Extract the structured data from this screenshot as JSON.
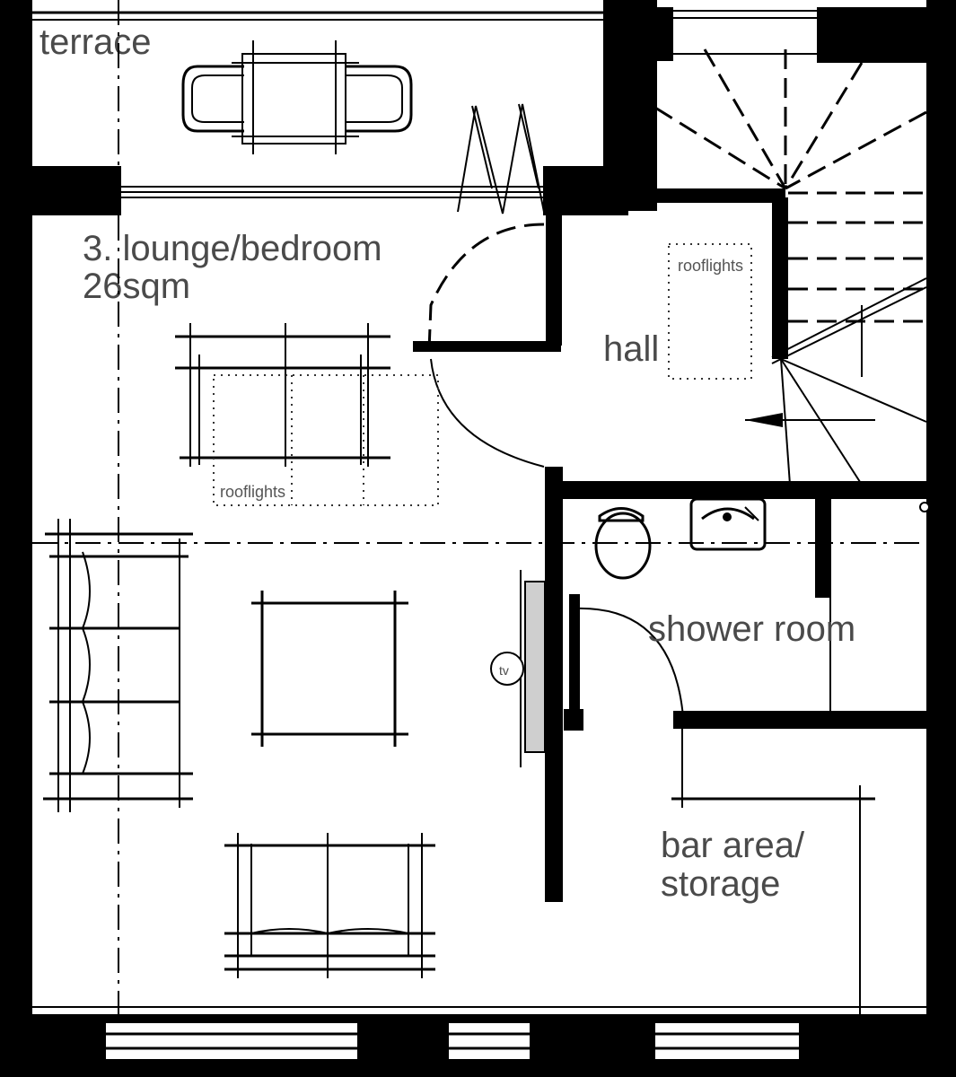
{
  "labels": {
    "terrace": "terrace",
    "lounge_title": "3. lounge/bedroom",
    "lounge_area": "26sqm",
    "hall": "hall",
    "rooflights_hall": "rooflights",
    "rooflights_lounge": "rooflights",
    "shower_room": "shower room",
    "bar_area_line1": "bar area/",
    "bar_area_line2": "storage",
    "tv": "tv"
  }
}
